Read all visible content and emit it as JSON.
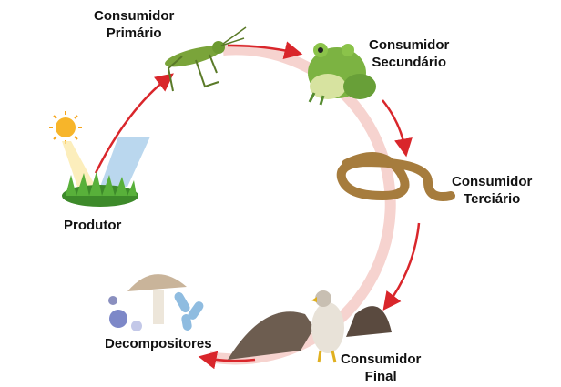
{
  "title": "Cadeia alimentar",
  "nodes": {
    "primario": {
      "line1": "Consumidor",
      "line2": "Primário"
    },
    "secundario": {
      "line1": "Consumidor",
      "line2": "Secundário"
    },
    "terciario": {
      "line1": "Consumidor",
      "line2": "Terciário"
    },
    "final": {
      "line1": "Consumidor",
      "line2": "Final"
    },
    "produtor": {
      "label": "Produtor"
    },
    "decompositores": {
      "label": "Decompositores"
    }
  },
  "colors": {
    "arrow": "#d9262b",
    "ring": "#f6d3cf"
  }
}
